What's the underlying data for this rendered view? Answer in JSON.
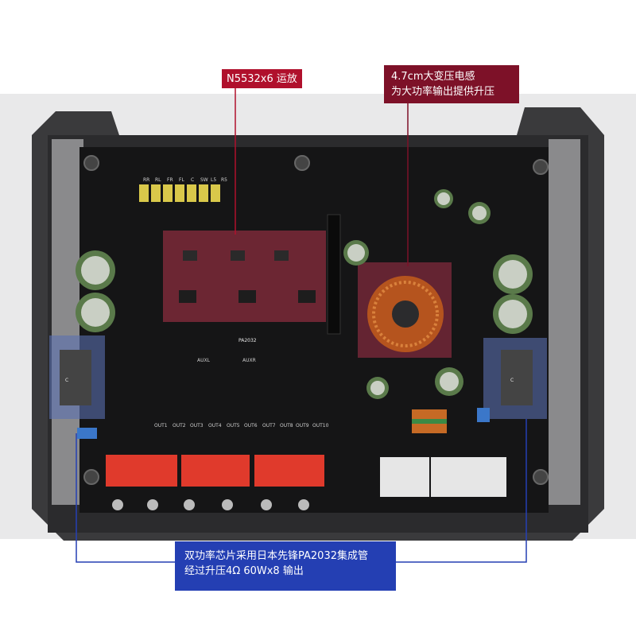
{
  "callouts": {
    "opamp": {
      "text": "N5532x6 运放",
      "color": "#b0102c"
    },
    "inductor": {
      "line1": "4.7cm大变压电感",
      "line2": "为大功率输出提供升压",
      "color": "#7d1128"
    },
    "chip": {
      "line1": "双功率芯片采用日本先锋PA2032集成管",
      "line2": "经过升压4Ω 60Wx8 输出",
      "color": "#243fb3"
    }
  },
  "output_labels": [
    "OUT1",
    "OUT2",
    "OUT3",
    "OUT4",
    "OUT5",
    "OUT6",
    "OUT7",
    "OUT8",
    "OUT9",
    "OUT10"
  ],
  "input_labels": [
    "RR",
    "RL",
    "FR",
    "FL",
    "C",
    "SW",
    "L5",
    "R5"
  ],
  "chip_markings": [
    "C",
    "PA2032",
    "C"
  ],
  "aux_labels": [
    "AUXL",
    "AUXR"
  ]
}
